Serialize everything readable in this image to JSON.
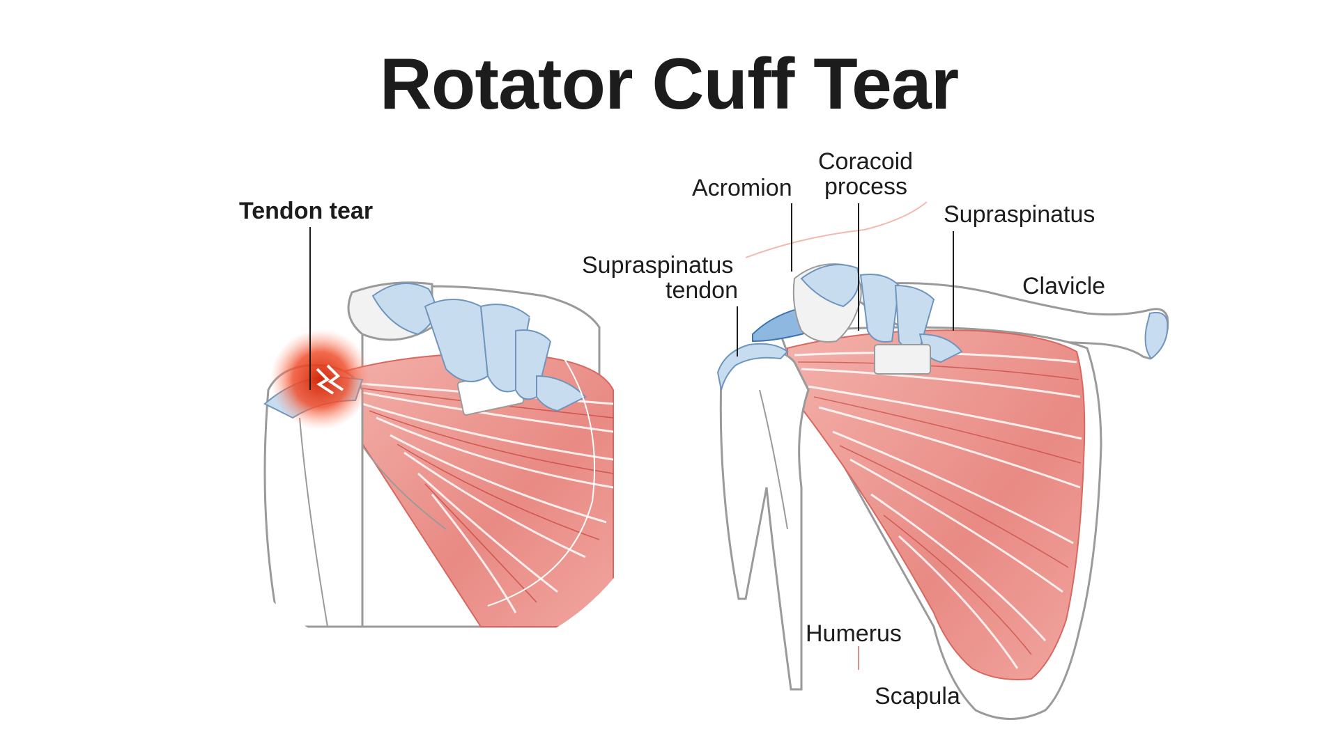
{
  "title": "Rotator Cuff Tear",
  "left_figure": {
    "labels": {
      "tendon_tear": "Tendon tear"
    }
  },
  "right_figure": {
    "labels": {
      "acromion": "Acromion",
      "coracoid_line1": "Coracoid",
      "coracoid_line2": "process",
      "supraspinatus": "Supraspinatus",
      "supraspinatus_tendon_line1": "Supraspinatus",
      "supraspinatus_tendon_line2": "tendon",
      "clavicle": "Clavicle",
      "humerus": "Humerus",
      "scapula": "Scapula"
    }
  },
  "colors": {
    "muscle": "#e98a84",
    "muscle_dark": "#cf5752",
    "tendon": "#c7dcef",
    "bone_outline": "#9a9a9a",
    "inflammation": "#e8361e",
    "title_text": "#1c1c1c"
  }
}
